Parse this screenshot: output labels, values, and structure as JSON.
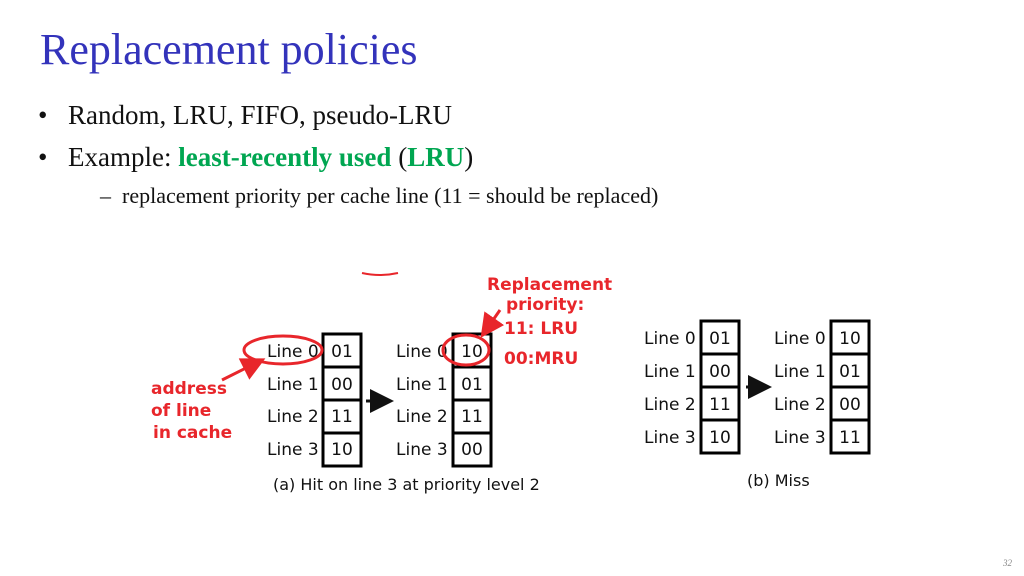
{
  "slide": {
    "title": "Replacement policies",
    "bullets": [
      {
        "text": "Random, LRU, FIFO, pseudo-LRU"
      },
      {
        "prefix": "Example: ",
        "highlight": "least-recently used",
        "open": " (",
        "abbr": "LRU",
        "close": ")"
      }
    ],
    "sub_bullet": "replacement priority per cache line (11 = should be replaced)",
    "page_number": "32"
  },
  "figure": {
    "lines": [
      "Line 0",
      "Line 1",
      "Line 2",
      "Line 3"
    ],
    "panel_a": {
      "caption": "(a) Hit on line 3 at priority level 2",
      "before": [
        "01",
        "00",
        "11",
        "10"
      ],
      "after": [
        "10",
        "01",
        "11",
        "00"
      ]
    },
    "panel_b": {
      "caption": "(b) Miss",
      "before": [
        "01",
        "00",
        "11",
        "10"
      ],
      "after": [
        "10",
        "01",
        "00",
        "11"
      ]
    },
    "annotations": {
      "address_1": "address",
      "address_2": "of line",
      "address_3": "in cache",
      "rp_1": "Replacement",
      "rp_2": "priority:",
      "rp_3": "11: LRU",
      "rp_4": "00:MRU"
    },
    "annotation_color": "#e8262b"
  }
}
